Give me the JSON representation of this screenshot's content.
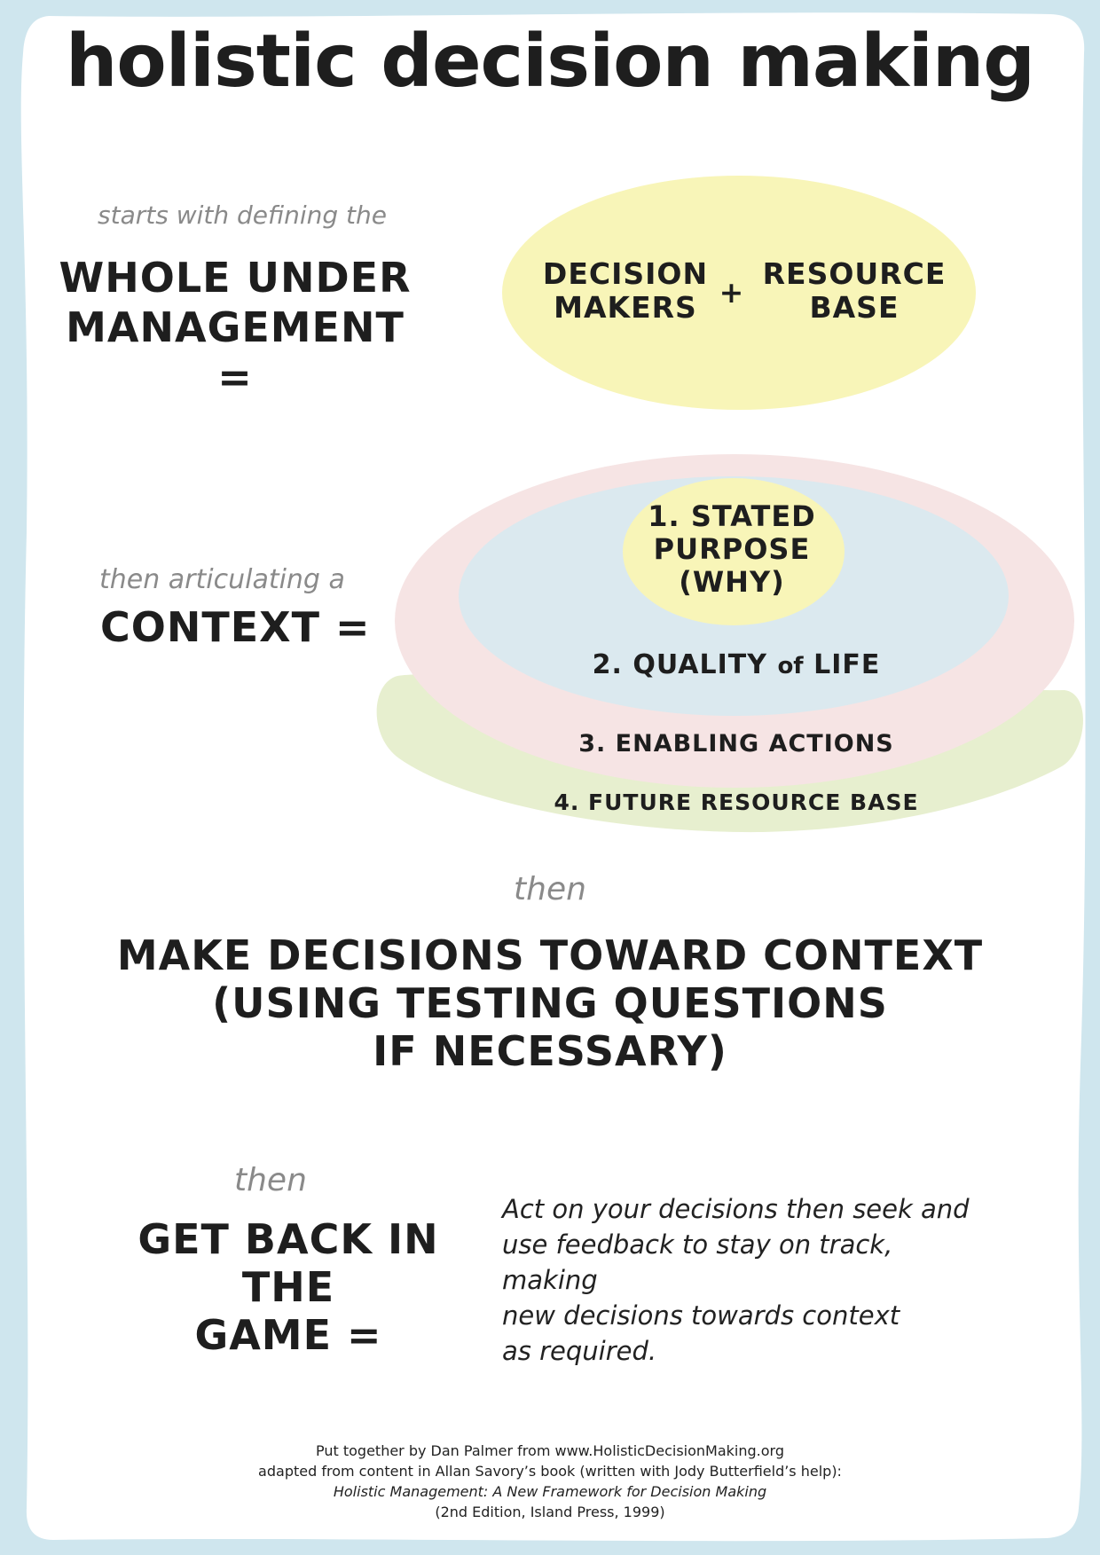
{
  "title": "holistic decision making",
  "whole": {
    "lead": "starts with defining the",
    "lines": [
      "WHOLE UNDER",
      "MANAGEMENT  ="
    ],
    "decision_makers": [
      "DECISION",
      "MAKERS"
    ],
    "plus": "+",
    "resource_base": [
      "RESOURCE",
      "BASE"
    ]
  },
  "context": {
    "lead": "then articulating a",
    "label": "CONTEXT  =",
    "stated_purpose": [
      "1. STATED",
      "PURPOSE",
      "(WHY)"
    ],
    "quality_of_life": {
      "prefix": "2. QUALITY",
      "of": "of",
      "suffix": "LIFE"
    },
    "enabling_actions": "3. ENABLING ACTIONS",
    "future_resource_base": "4. FUTURE RESOURCE BASE"
  },
  "decide": {
    "lead": "then",
    "lines": [
      "MAKE DECISIONS TOWARD CONTEXT",
      "(USING TESTING QUESTIONS",
      "IF NECESSARY)"
    ]
  },
  "game": {
    "lead": "then",
    "lines": [
      "GET BACK IN THE",
      "GAME  ="
    ],
    "description": [
      "Act on your decisions then seek and",
      "use feedback to stay on track, making",
      "new decisions towards context",
      "as required."
    ]
  },
  "credits": {
    "line1": "Put together by Dan Palmer from www.HolisticDecisionMaking.org",
    "line2": "adapted from content in Allan Savory’s  book (written with Jody Butterfield’s help):",
    "book": "Holistic Management: A New Framework for Decision Making",
    "edition": "(2nd Edition, Island Press, 1999)"
  },
  "colors": {
    "frame": "#cfe6ee",
    "paper": "#ffffff",
    "yellow": "#f8f5b8",
    "pink": "#f6e4e4",
    "blue": "#dbe9ef",
    "green": "#e7efcf",
    "lead_text": "#8a8a8a",
    "ink": "#1e1e1e"
  }
}
